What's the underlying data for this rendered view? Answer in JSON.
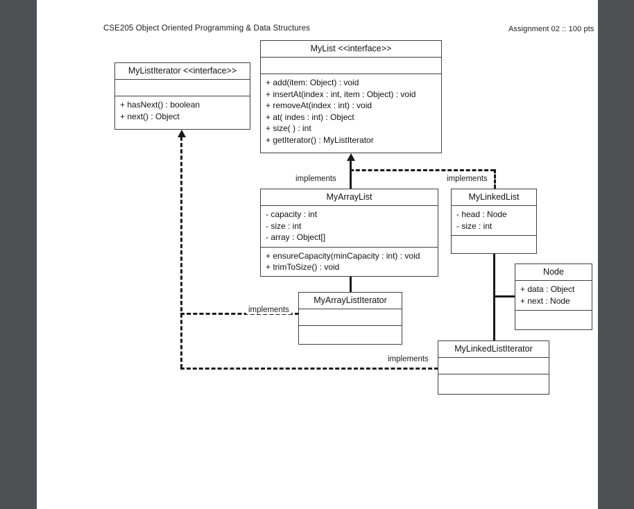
{
  "document": {
    "header_left": "CSE205 Object Oriented Programming & Data Structures",
    "header_right": "Assignment 02 :: 100 pts",
    "page_background": "#ffffff",
    "app_background": "#4d5154",
    "line_color": "#1a1a1a",
    "box_border_color": "#3f3f3f"
  },
  "diagram": {
    "type": "uml-class-diagram",
    "classes": [
      {
        "id": "mylist",
        "name": "MyList <<interface>>",
        "attributes": [],
        "methods": [
          "+ add(item: Object) : void",
          "+ insertAt(index : int, item : Object) : void",
          "+ removeAt(index : int) : void",
          "+ at( indes : int) : Object",
          "+ size( ) : int",
          "+ getIterator() : MyListIterator"
        ]
      },
      {
        "id": "mylistiterator",
        "name": "MyListIterator <<interface>>",
        "attributes": [],
        "methods": [
          "+ hasNext() : boolean",
          "+ next() : Object"
        ]
      },
      {
        "id": "myarraylist",
        "name": "MyArrayList",
        "attributes": [
          "- capacity : int",
          "- size : int",
          "- array : Object[]"
        ],
        "methods": [
          "+ ensureCapacity(minCapacity : int) : void",
          "+ trimToSize() : void"
        ]
      },
      {
        "id": "mylinkedlist",
        "name": "MyLinkedList",
        "attributes": [
          "- head : Node",
          "- size : int"
        ],
        "methods": []
      },
      {
        "id": "node",
        "name": "Node",
        "attributes": [
          "+ data : Object",
          "+ next : Node"
        ],
        "methods": []
      },
      {
        "id": "myarraylistiterator",
        "name": "MyArrayListIterator",
        "attributes": [],
        "methods": []
      },
      {
        "id": "mylinkedlistiterator",
        "name": "MyLinkedListIterator",
        "attributes": [],
        "methods": []
      }
    ],
    "relationships": [
      {
        "id": "rel-arraylist-mylist",
        "label": "implements",
        "from": "myarraylist",
        "to": "mylist",
        "style": "dashed"
      },
      {
        "id": "rel-linkedlist-mylist",
        "label": "implements",
        "from": "mylinkedlist",
        "to": "mylist",
        "style": "dashed"
      },
      {
        "id": "rel-arraylistiterator",
        "label": "implements",
        "from": "myarraylistiterator",
        "to": "mylistiterator",
        "style": "dashed"
      },
      {
        "id": "rel-linkedlistiterator",
        "label": "implements",
        "from": "mylinkedlistiterator",
        "to": "mylistiterator",
        "style": "dashed"
      },
      {
        "id": "rel-arraylist-iterator",
        "label": "",
        "from": "myarraylist",
        "to": "myarraylistiterator",
        "style": "solid"
      },
      {
        "id": "rel-linkedlist-iterator",
        "label": "",
        "from": "mylinkedlist",
        "to": "mylinkedlistiterator",
        "style": "solid"
      },
      {
        "id": "rel-linkedlist-node",
        "label": "",
        "from": "mylinkedlist",
        "to": "node",
        "style": "solid"
      }
    ]
  }
}
